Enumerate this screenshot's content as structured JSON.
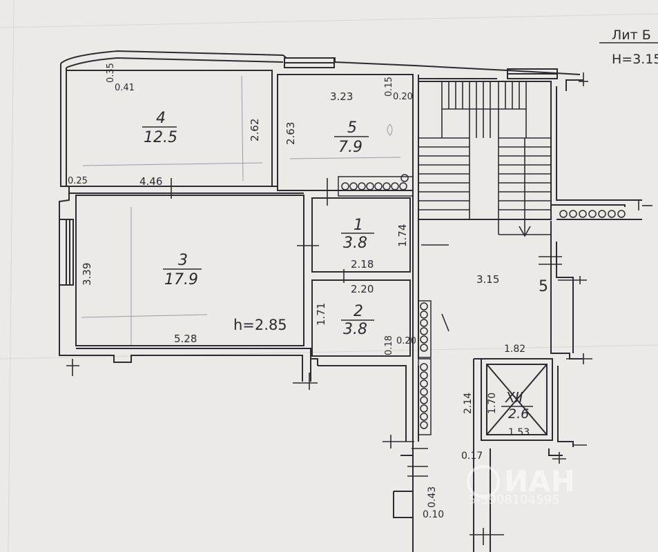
{
  "header": {
    "title": "Лит Б",
    "height": "Н=3.15"
  },
  "rooms": [
    {
      "number": "4",
      "area": "12.5",
      "dim_w": "4.46",
      "dim_h": "2.62"
    },
    {
      "number": "5",
      "area": "7.9",
      "dim_w": "3.23",
      "dim_h": "2.63"
    },
    {
      "number": "1",
      "area": "3.8",
      "dim_w": "2.18",
      "dim_h": "1.74"
    },
    {
      "number": "3",
      "area": "17.9",
      "dim_w": "5.28",
      "dim_h": "3.39",
      "ceiling": "h=2.85"
    },
    {
      "number": "2",
      "area": "3.8",
      "dim_w": "2.20",
      "dim_h": "1.71"
    },
    {
      "number": "XII",
      "area": "2.6",
      "dim_w": "1.53",
      "dim_h": "1.70"
    }
  ],
  "dimensions": {
    "d035": "0.35",
    "d041": "0.41",
    "d025": "0.25",
    "d015": "0.15",
    "d020a": "0.20",
    "d018": "0.18",
    "d020b": "0.20",
    "hall": "3.15",
    "hall_num": "5",
    "d182": "1.82",
    "d214": "2.14",
    "d017": "0.17",
    "d043": "0.43",
    "d010": "0.10"
  },
  "watermark": {
    "brand": "ИАН",
    "code": "5-5908104595"
  },
  "colors": {
    "paper": "#eceae6",
    "ink": "#2a2a30",
    "pencil": "#9a9aa4"
  }
}
